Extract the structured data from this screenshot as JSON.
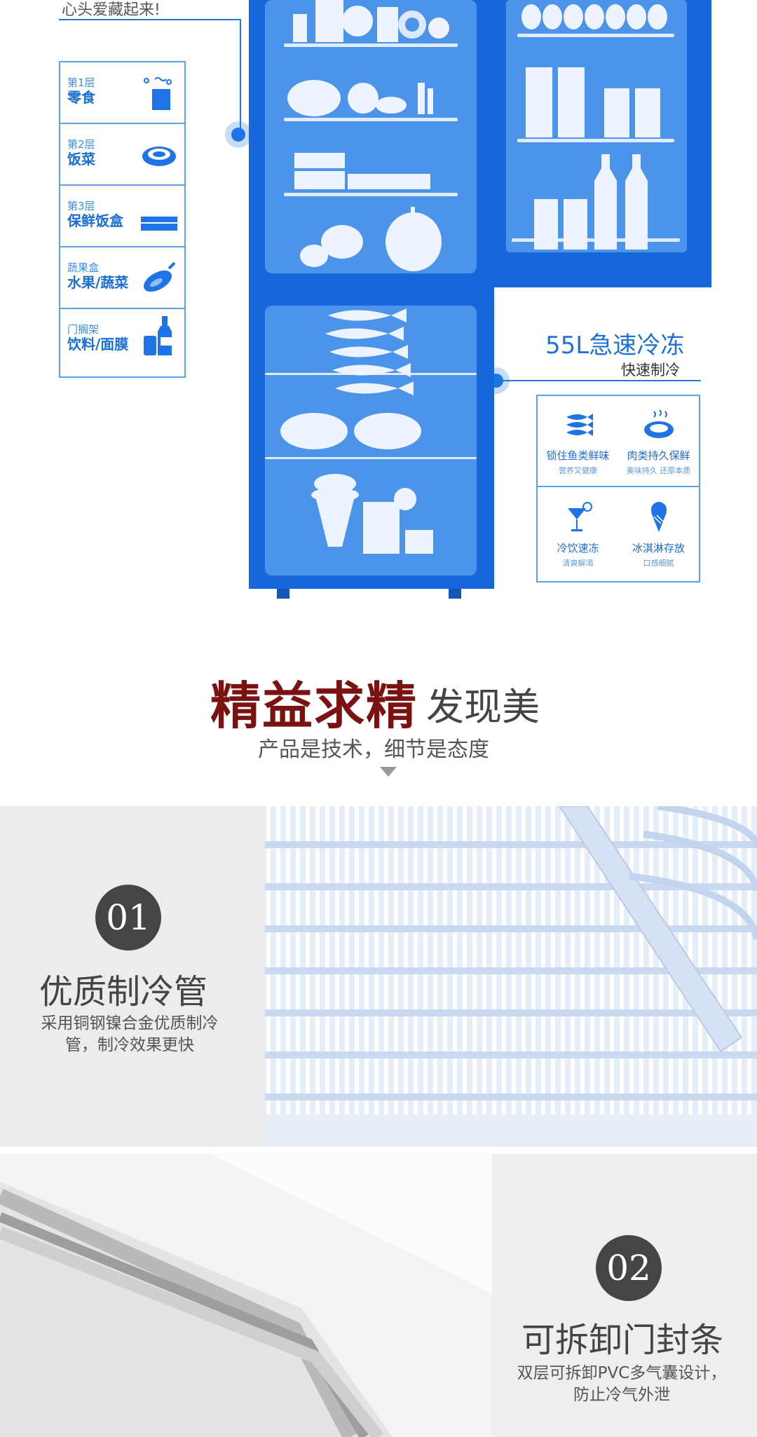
{
  "top": {
    "caption": "心头爱藏起来!",
    "layers": [
      {
        "tier": "第1层",
        "name": "零食",
        "icon": "snack-bag-icon"
      },
      {
        "tier": "第2层",
        "name": "饭菜",
        "icon": "dish-bowl-icon"
      },
      {
        "tier": "第3层",
        "name": "保鲜饭盒",
        "icon": "food-box-icon"
      },
      {
        "tier": "蔬果盒",
        "name": "水果/蔬菜",
        "icon": "eggplant-icon"
      },
      {
        "tier": "门搁架",
        "name": "饮料/面膜",
        "icon": "bottle-can-icon"
      }
    ],
    "freezer": {
      "title": "55L急速冷冻",
      "subtitle": "快速制冷",
      "features": [
        {
          "name": "锁住鱼类鲜味",
          "desc": "营养又健康",
          "icon": "fish-icon"
        },
        {
          "name": "肉类持久保鲜",
          "desc": "美味持久 还原本质",
          "icon": "steak-icon"
        },
        {
          "name": "冷饮速冻",
          "desc": "清爽解渴",
          "icon": "cocktail-icon"
        },
        {
          "name": "冰淇淋存放",
          "desc": "口感细腻",
          "icon": "ice-cream-icon"
        }
      ]
    }
  },
  "heading": {
    "main": "精益求精",
    "sub": "发现美",
    "desc": "产品是技术，细节是态度"
  },
  "feature1": {
    "number": "01",
    "title": "优质制冷管",
    "desc_line1": "采用铜钢镍合金优质制冷",
    "desc_line2": "管，制冷效果更快"
  },
  "feature2": {
    "number": "02",
    "title": "可拆卸门封条",
    "desc_line1": "双层可拆卸PVC多气囊设计，",
    "desc_line2": "防止冷气外泄"
  }
}
